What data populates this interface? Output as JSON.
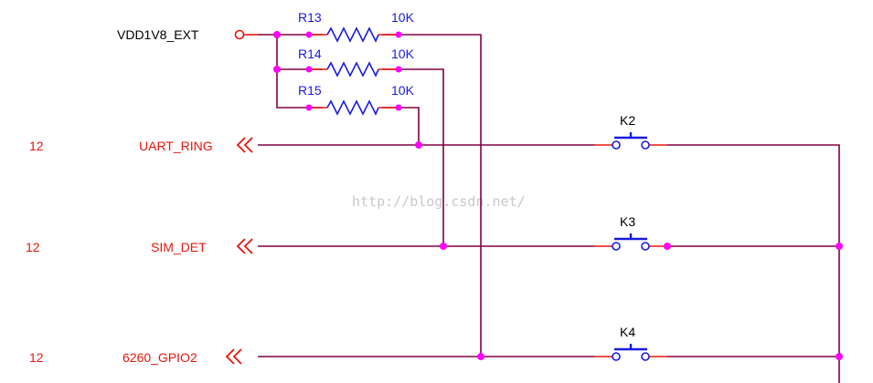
{
  "power_net": {
    "label": "VDD1V8_EXT"
  },
  "resistors": [
    {
      "ref": "R13",
      "value": "10K"
    },
    {
      "ref": "R14",
      "value": "10K"
    },
    {
      "ref": "R15",
      "value": "10K"
    }
  ],
  "nets": [
    {
      "page": "12",
      "name": "UART_RING"
    },
    {
      "page": "12",
      "name": "SIM_DET"
    },
    {
      "page": "12",
      "name": "6260_GPIO2"
    }
  ],
  "switches": [
    {
      "ref": "K2"
    },
    {
      "ref": "K3"
    },
    {
      "ref": "K4"
    }
  ],
  "watermark": "http://blog.csdn.net/",
  "colors": {
    "wire": "#800040",
    "junction": "#ff00ff",
    "component": "#1a1ae0",
    "pin": "#e8160c",
    "net_label": "#e8160c"
  }
}
